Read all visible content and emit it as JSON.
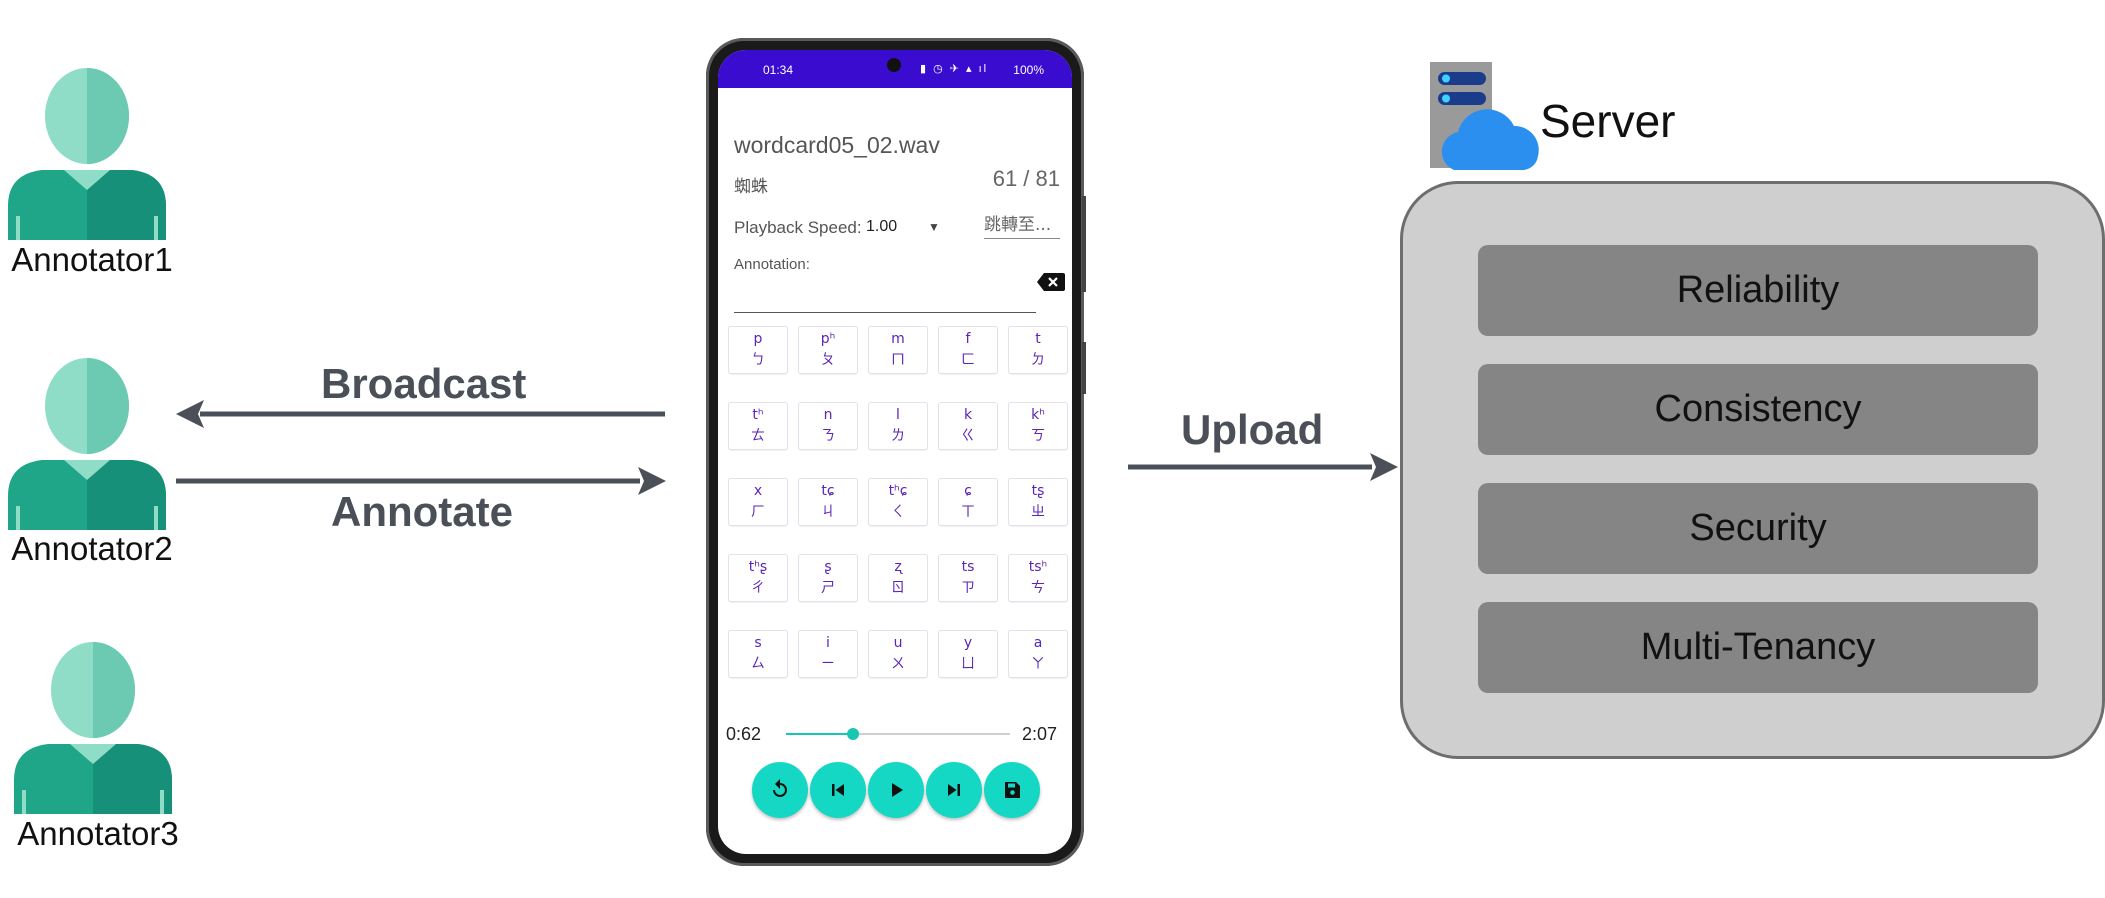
{
  "annotators": [
    {
      "name": "Annotator1"
    },
    {
      "name": "Annotator2"
    },
    {
      "name": "Annotator3"
    }
  ],
  "flows": {
    "broadcast": "Broadcast",
    "annotate": "Annotate",
    "upload": "Upload"
  },
  "phone": {
    "status": {
      "time": "01:34",
      "battery": "100%"
    },
    "filename": "wordcard05_02.wav",
    "word": "蜘蛛",
    "counter": "61 / 81",
    "speed_label": "Playback Speed:",
    "speed_value": "1.00",
    "jump_label": "跳轉至...",
    "annotation_label": "Annotation:",
    "annotation_value": "",
    "keys": [
      {
        "ipa": "p",
        "zhuyin": "ㄅ"
      },
      {
        "ipa": "pʰ",
        "zhuyin": "ㄆ"
      },
      {
        "ipa": "m",
        "zhuyin": "ㄇ"
      },
      {
        "ipa": "f",
        "zhuyin": "ㄈ"
      },
      {
        "ipa": "t",
        "zhuyin": "ㄉ"
      },
      {
        "ipa": "tʰ",
        "zhuyin": "ㄊ"
      },
      {
        "ipa": "n",
        "zhuyin": "ㄋ"
      },
      {
        "ipa": "l",
        "zhuyin": "ㄌ"
      },
      {
        "ipa": "k",
        "zhuyin": "ㄍ"
      },
      {
        "ipa": "kʰ",
        "zhuyin": "ㄎ"
      },
      {
        "ipa": "x",
        "zhuyin": "ㄏ"
      },
      {
        "ipa": "tɕ",
        "zhuyin": "ㄐ"
      },
      {
        "ipa": "tʰɕ",
        "zhuyin": "ㄑ"
      },
      {
        "ipa": "ɕ",
        "zhuyin": "ㄒ"
      },
      {
        "ipa": "tʂ",
        "zhuyin": "ㄓ"
      },
      {
        "ipa": "tʰʂ",
        "zhuyin": "ㄔ"
      },
      {
        "ipa": "ʂ",
        "zhuyin": "ㄕ"
      },
      {
        "ipa": "ʐ",
        "zhuyin": "ㄖ"
      },
      {
        "ipa": "ts",
        "zhuyin": "ㄗ"
      },
      {
        "ipa": "tsʰ",
        "zhuyin": "ㄘ"
      },
      {
        "ipa": "s",
        "zhuyin": "ㄙ"
      },
      {
        "ipa": "i",
        "zhuyin": "ㄧ"
      },
      {
        "ipa": "u",
        "zhuyin": "ㄨ"
      },
      {
        "ipa": "y",
        "zhuyin": "ㄩ"
      },
      {
        "ipa": "a",
        "zhuyin": "ㄚ"
      }
    ],
    "player": {
      "current": "0:62",
      "total": "2:07",
      "progress": 0.3
    },
    "accent_color": "#14d8c4",
    "status_color": "#3a0ccf",
    "key_text_color": "#5b25b6",
    "controls": [
      "replay-icon",
      "skip-previous-icon",
      "play-icon",
      "skip-next-icon",
      "save-icon"
    ]
  },
  "server": {
    "title": "Server",
    "features": [
      "Reliability",
      "Consistency",
      "Security",
      "Multi-Tenancy"
    ]
  }
}
